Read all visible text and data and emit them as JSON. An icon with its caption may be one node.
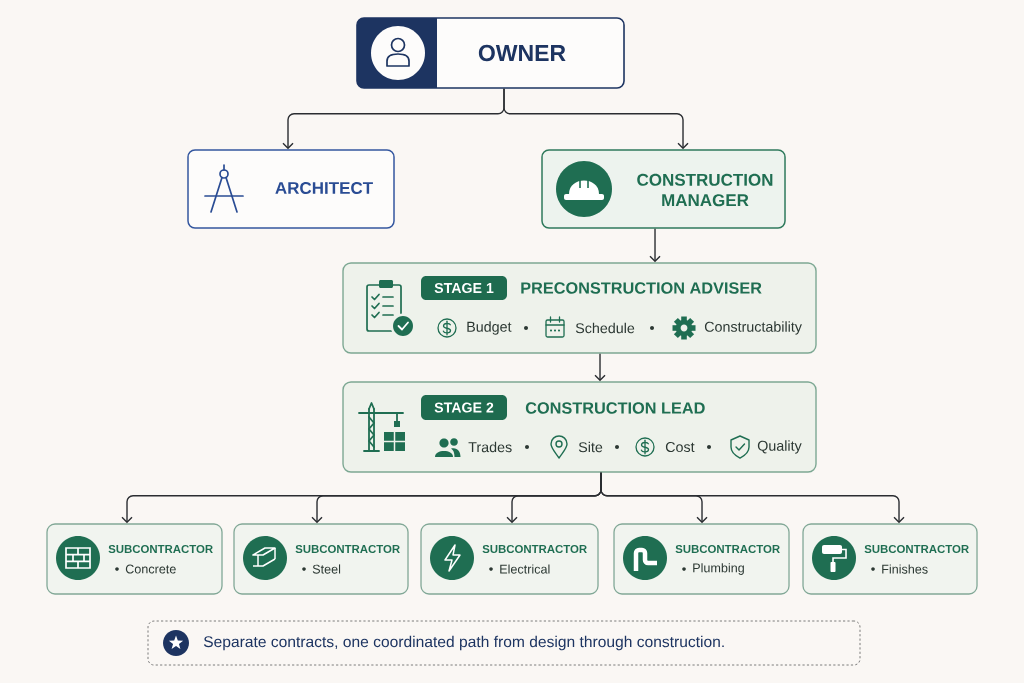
{
  "diagram": {
    "nodes": [
      {
        "text": [
          "OWNER"
        ]
      },
      {
        "text": [
          "ARCHITECT"
        ]
      },
      {
        "text": [
          "CONSTRUCTION MANAGER"
        ]
      },
      {
        "text": [
          "PRECONSTRUCTION ADVISER",
          "Budget",
          "Schedule",
          "Constructability"
        ]
      },
      {
        "text": [
          "STAGE 1"
        ],
        "in": 3
      },
      {
        "text": [
          "CONSTRUCTION LEAD",
          "Trades",
          "Site",
          "Cost",
          "Quality"
        ]
      },
      {
        "text": [
          "STAGE 2"
        ],
        "in": 5
      },
      {
        "text": [
          "SUBCONTRACTOR",
          "Concrete"
        ]
      },
      {
        "text": [
          "SUBCONTRACTOR",
          "Steel"
        ]
      },
      {
        "text": [
          "SUBCONTRACTOR",
          "Electrical"
        ]
      },
      {
        "text": [
          "SUBCONTRACTOR",
          "Plumbing"
        ]
      },
      {
        "text": [
          "SUBCONTRACTOR",
          "Finishes"
        ]
      },
      {
        "text": [
          "Separate contracts, one coordinated path from design through construction."
        ]
      }
    ],
    "edges": [
      {
        "from": 0,
        "to": 1,
        "arrow": "to"
      },
      {
        "from": 0,
        "to": 2,
        "arrow": "to"
      },
      {
        "from": 2,
        "to": 3,
        "arrow": "to"
      },
      {
        "from": 3,
        "to": 5,
        "arrow": "to"
      },
      {
        "from": 5,
        "to": 7,
        "arrow": "to"
      },
      {
        "from": 5,
        "to": 8,
        "arrow": "to"
      },
      {
        "from": 5,
        "to": 9,
        "arrow": "to"
      },
      {
        "from": 5,
        "to": 10,
        "arrow": "to"
      },
      {
        "from": 5,
        "to": 11,
        "arrow": "to"
      }
    ]
  }
}
